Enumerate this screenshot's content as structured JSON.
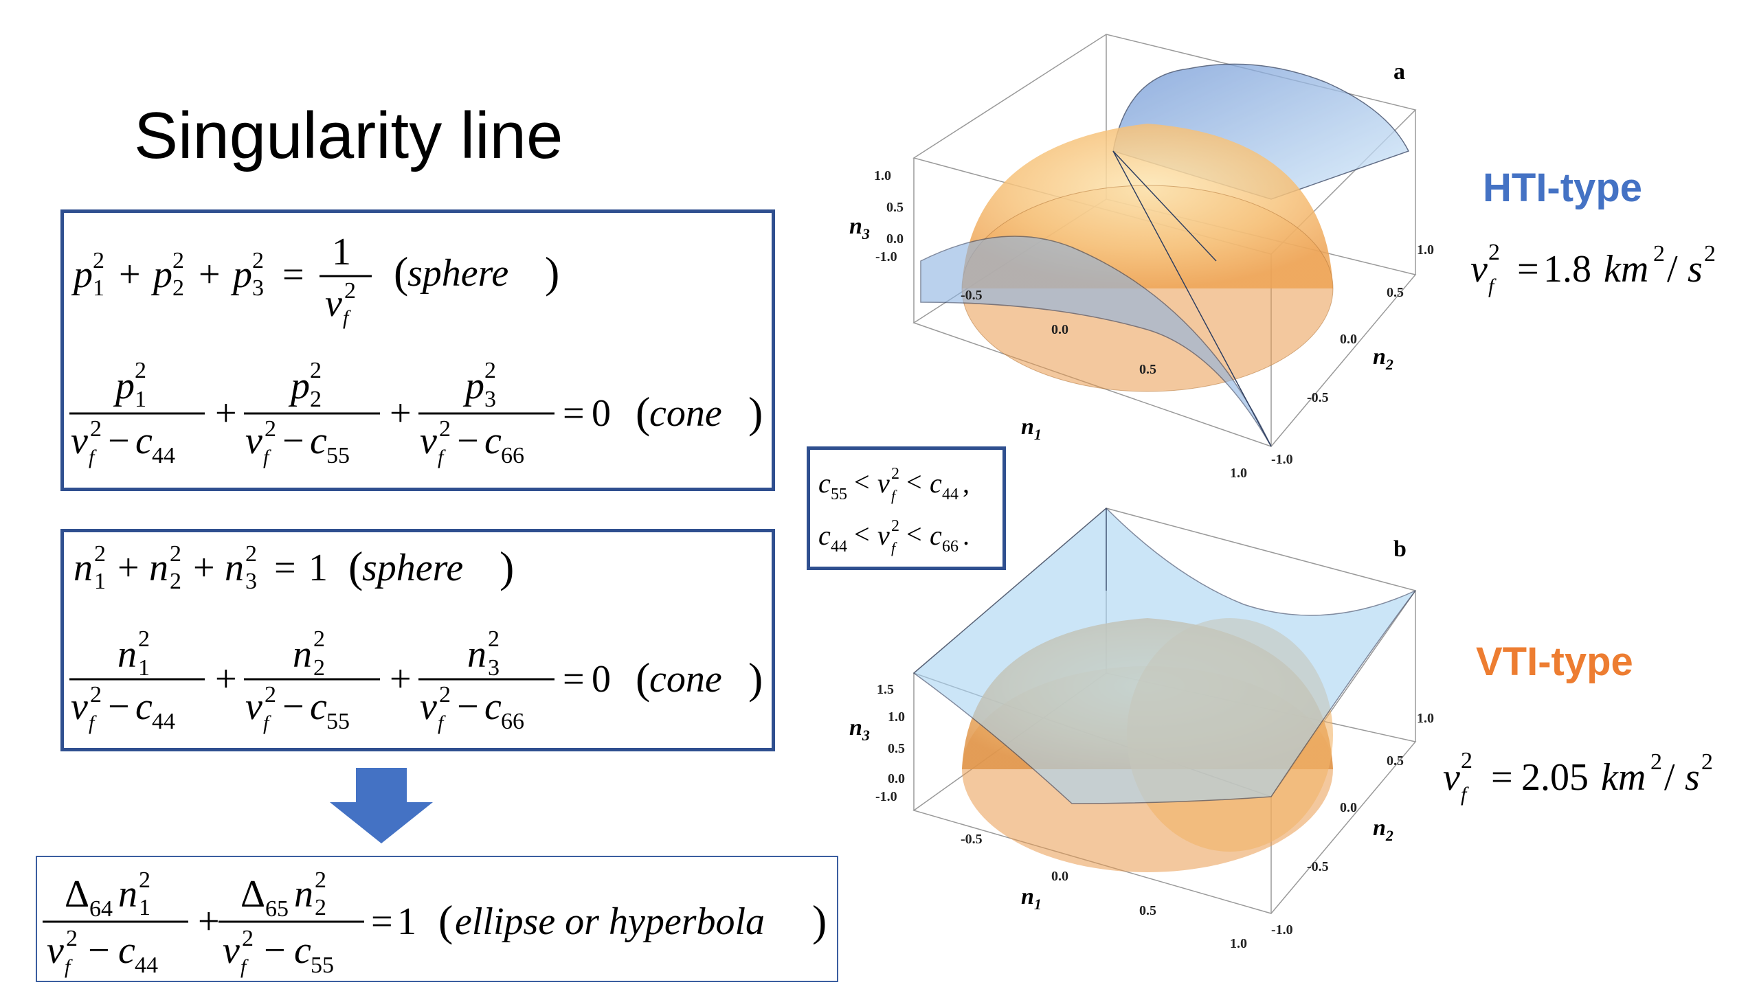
{
  "slide": {
    "title": "Singularity line"
  },
  "equations": {
    "box1_line1": {
      "tokens": [
        "p",
        "1",
        "2",
        "+",
        "p",
        "2",
        "2",
        "+",
        "p",
        "3",
        "2",
        "=",
        "1",
        "v",
        "f",
        "2"
      ],
      "annotation": "sphere"
    },
    "box1_line2": {
      "denominators": [
        "c",
        "44",
        "c",
        "55",
        "c",
        "66"
      ],
      "rhs": "0",
      "annotation": "cone"
    },
    "box2_line1": {
      "rhs": "1",
      "annotation": "sphere"
    },
    "box2_line2": {
      "rhs": "0",
      "annotation": "cone"
    },
    "box3": {
      "coeffs": [
        "64",
        "65"
      ],
      "rhs": "1",
      "annotation": "ellipse or hyperbola"
    }
  },
  "conditions": {
    "line1": {
      "left": "55",
      "right": "44"
    },
    "line2": {
      "left": "44",
      "right": "66"
    }
  },
  "plot_a": {
    "panel_label": "a",
    "type_label": "HTI-type",
    "type_color": "#4472c4",
    "velocity_value": "1.8",
    "velocity_unit": "km",
    "z_axis": "n3",
    "x_axis": "n1",
    "y_axis": "n2",
    "z_ticks": [
      "1.0",
      "0.5",
      "0.0"
    ],
    "x_ticks": [
      "-1.0",
      "-0.5",
      "0.0",
      "0.5",
      "1.0"
    ],
    "y_ticks": [
      "1.0",
      "0.5",
      "0.0",
      "-0.5",
      "-1.0"
    ]
  },
  "plot_b": {
    "panel_label": "b",
    "type_label": "VTI-type",
    "type_color": "#ed7d31",
    "velocity_value": "2.05",
    "velocity_unit": "km",
    "z_axis": "n3",
    "x_axis": "n1",
    "y_axis": "n2",
    "z_ticks": [
      "1.5",
      "1.0",
      "0.5",
      "0.0"
    ],
    "x_ticks": [
      "-1.0",
      "-0.5",
      "0.0",
      "0.5",
      "1.0"
    ],
    "y_ticks": [
      "1.0",
      "0.5",
      "0.0",
      "-0.5",
      "-1.0"
    ]
  },
  "arrow": {
    "icon": "down-arrow-icon",
    "color": "#4472c4"
  }
}
